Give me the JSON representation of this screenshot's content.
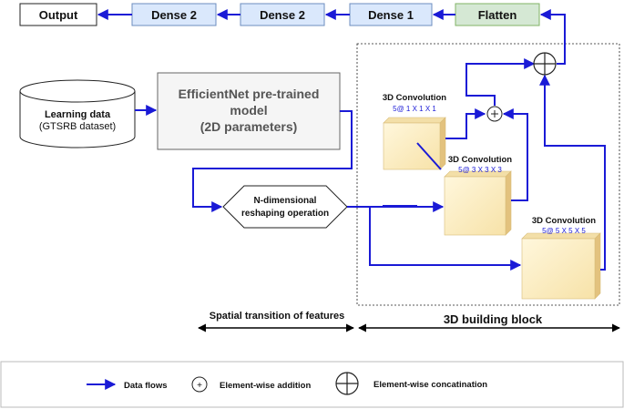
{
  "top_row": {
    "output": "Output",
    "dense2_a": "Dense 2",
    "dense2_b": "Dense 2",
    "dense1": "Dense 1",
    "flatten": "Flatten"
  },
  "learning_data": {
    "line1": "Learning data",
    "line2": "(GTSRB dataset)"
  },
  "efficientnet": {
    "line1": "EfficientNet pre-trained",
    "line2": "model",
    "line3": "(2D parameters)"
  },
  "reshape": {
    "line1": "N-dimensional",
    "line2": "reshaping operation"
  },
  "conv1": {
    "title": "3D Convolution",
    "params": "5@ 1 X 1 X 1"
  },
  "conv2": {
    "title": "3D Convolution",
    "params": "5@ 3 X 3 X 3"
  },
  "conv3": {
    "title": "3D Convolution",
    "params": "5@ 5 X 5 X 5"
  },
  "spans": {
    "spatial": "Spatial transition of features",
    "block": "3D building block"
  },
  "legend": {
    "data_flows": "Data flows",
    "addition": "Element-wise addition",
    "concatenation": "Element-wise concatination",
    "addition_symbol": "+"
  },
  "colors": {
    "flow": "#1a1ad6",
    "dense_fill": "#dae8fc",
    "dense_stroke": "#6c8ebf",
    "flatten_fill": "#d5e8d4",
    "flatten_stroke": "#82b366",
    "cube_front": "#fff2cc",
    "cube_side": "#e9c988",
    "model_fill": "#f5f5f5"
  }
}
